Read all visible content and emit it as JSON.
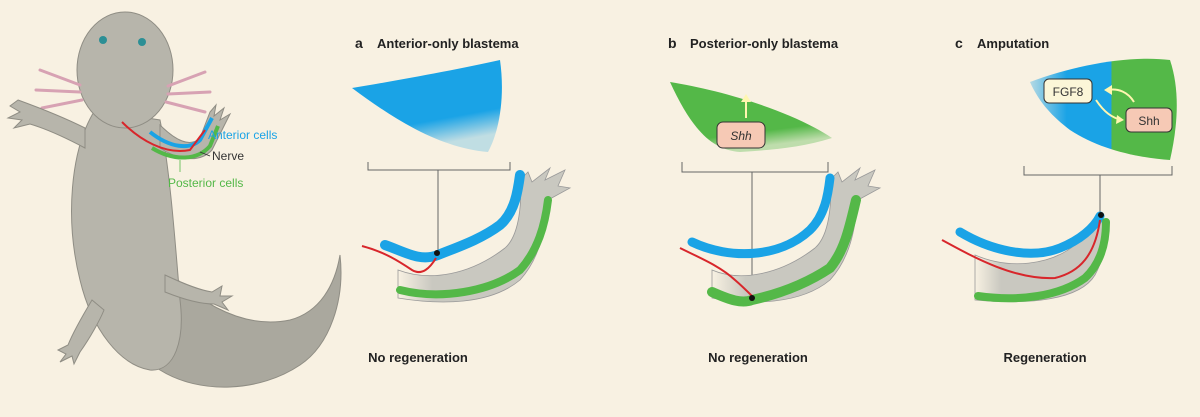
{
  "colors": {
    "background": "#f8f1e2",
    "anterior": "#1aa3e6",
    "posterior": "#54b848",
    "nerve": "#d8262b",
    "tissue": "#c9c8c0",
    "shh_box": "#f6c9b5",
    "fgf8_box": "#fbf6d8"
  },
  "legend": {
    "anterior": "Anterior cells",
    "nerve": "Nerve",
    "posterior": "Posterior cells"
  },
  "panels": [
    {
      "letter": "a",
      "title": "Anterior-only blastema",
      "result": "No regeneration"
    },
    {
      "letter": "b",
      "title": "Posterior-only blastema",
      "result": "No regeneration"
    },
    {
      "letter": "c",
      "title": "Amputation",
      "result": "Regeneration"
    }
  ],
  "labels": {
    "shh": "Shh",
    "fgf8": "FGF8"
  }
}
